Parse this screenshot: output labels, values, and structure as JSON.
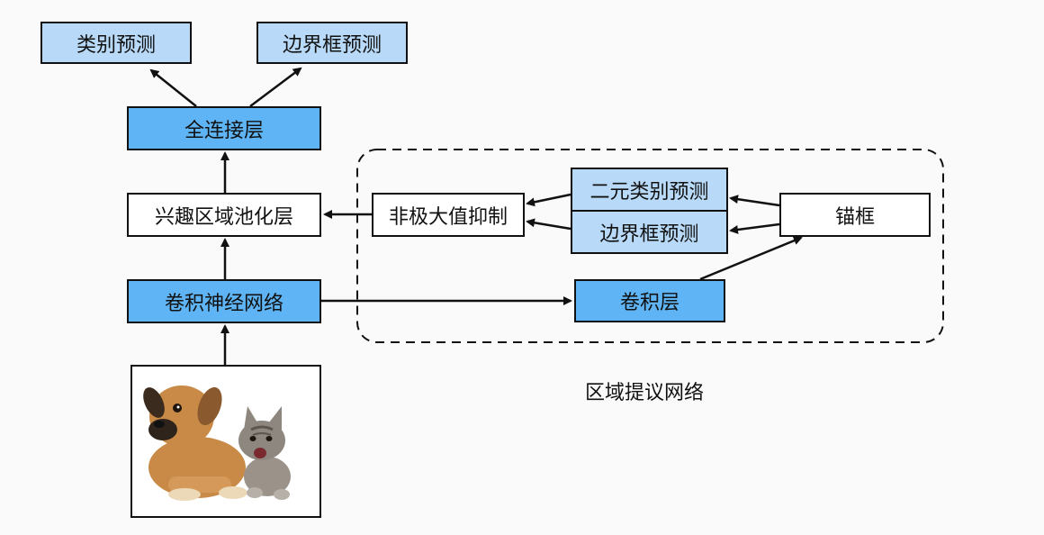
{
  "nodes": {
    "class_pred": "类别预测",
    "bbox_pred_top": "边界框预测",
    "fc_layer": "全连接层",
    "roi_pool": "兴趣区域池化层",
    "cnn": "卷积神经网络",
    "nms": "非极大值抑制",
    "binary_class_pred": "二元类别预测",
    "bbox_pred_rpn": "边界框预测",
    "anchor": "锚框",
    "conv_layer": "卷积层"
  },
  "group_label": "区域提议网络",
  "colors": {
    "light_blue": "#b8daf8",
    "mid_blue": "#5eb4f4",
    "white": "#ffffff",
    "stroke": "#111111"
  },
  "image": {
    "content": "puppy and kitten photo"
  }
}
